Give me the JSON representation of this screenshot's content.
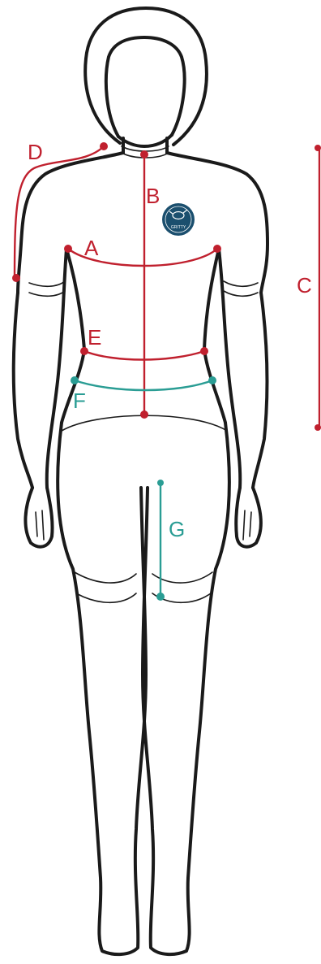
{
  "colors": {
    "outline": "#1a1a1a",
    "measure_primary": "#c0202e",
    "measure_secondary": "#2a9d94",
    "logo": "#1b4f6e"
  },
  "labels": {
    "a": "A",
    "b": "B",
    "c": "C",
    "d": "D",
    "e": "E",
    "f": "F",
    "g": "G"
  },
  "logo": {
    "text": "GRITTY",
    "icon": "bird-icon"
  }
}
